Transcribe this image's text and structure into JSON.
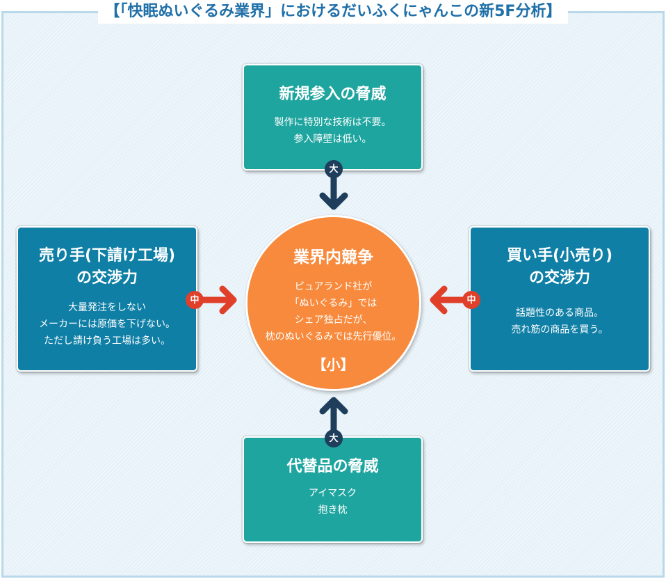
{
  "title": "【「快眠ぬいぐるみ業界」におけるだいふくにゃんこの新5F分析】",
  "forces": {
    "new_entrants": {
      "title": "新規参入の脅威",
      "description": "製作に特別な技術は不要。\n参入障壁は低い。",
      "rating": "大"
    },
    "substitutes": {
      "title": "代替品の脅威",
      "description": "アイマスク\n抱き枕",
      "rating": "大"
    },
    "suppliers": {
      "title": "売り手(下請け工場)\nの交渉力",
      "description": "大量発注をしない\nメーカーには原価を下げない。\nただし請け負う工場は多い。",
      "rating": "中"
    },
    "buyers": {
      "title": "買い手(小売り)\nの交渉力",
      "description": "話題性のある商品。\n売れ筋の商品を買う。",
      "rating": "中"
    },
    "rivalry": {
      "title": "業界内競争",
      "description": "ピュアランド社が\n「ぬいぐるみ」では\nシェア独占だが、\n枕のぬいぐるみでは先行優位。",
      "rating": "【小】"
    }
  },
  "colors": {
    "title_text": "#1f6fa8",
    "teal_box": "#1fa59f",
    "blue_box": "#0f7fa6",
    "center_circle": "#f78a3c",
    "navy_arrow": "#1e3e5c",
    "red_arrow": "#e0402a",
    "background": "#e6f1f8"
  }
}
